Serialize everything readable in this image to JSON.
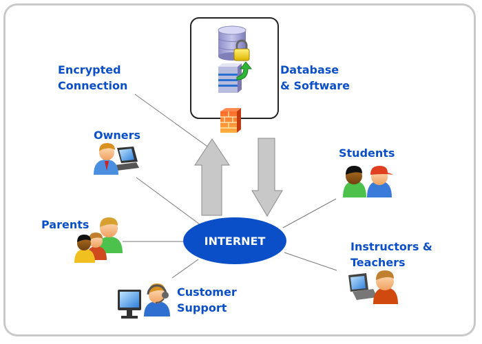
{
  "diagram": {
    "hub": {
      "label": "INTERNET",
      "color": "#0a4fc8"
    },
    "server_box": {
      "label_line1": "Database",
      "label_line2": "& Software",
      "icons": [
        "database-lock-icon",
        "software-update-icon",
        "firewall-icon"
      ]
    },
    "connection": {
      "label_line1": "Encrypted",
      "label_line2": "Connection"
    },
    "nodes": [
      {
        "id": "owners",
        "label_line1": "Owners",
        "icon": "owner-laptop-icon"
      },
      {
        "id": "parents",
        "label_line1": "Parents",
        "icon": "parents-group-icon"
      },
      {
        "id": "customer-support",
        "label_line1": "Customer",
        "label_line2": "Support",
        "icon": "support-agent-icon"
      },
      {
        "id": "students",
        "label_line1": "Students",
        "icon": "students-group-icon"
      },
      {
        "id": "instructors",
        "label_line1": "Instructors &",
        "label_line2": "Teachers",
        "icon": "instructor-laptop-icon"
      }
    ],
    "arrows": [
      {
        "id": "upload",
        "direction": "up"
      },
      {
        "id": "download",
        "direction": "down"
      }
    ],
    "colors": {
      "label": "#0a4fc8",
      "arrow_fill": "#c8c8c8",
      "arrow_stroke": "#8a8a8a",
      "frame": "#c9c9c9",
      "line": "#777777"
    }
  }
}
